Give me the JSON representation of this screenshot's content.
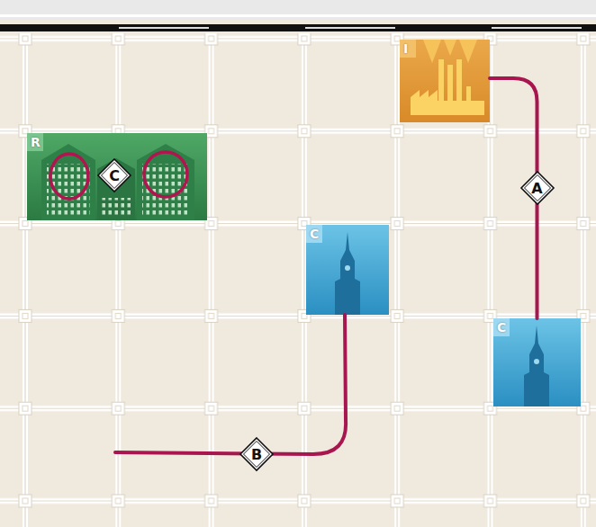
{
  "diagram": {
    "nodes": [
      {
        "text": [
          "I"
        ]
      },
      {
        "text": [
          "R"
        ]
      },
      {
        "text": [
          "C"
        ],
        "in": 1
      },
      {
        "text": [
          "C"
        ]
      },
      {
        "text": [
          "C"
        ]
      }
    ],
    "edges": [
      {
        "from": 0,
        "to": 4,
        "label": "A",
        "arrow": "none"
      }
    ],
    "labels": [
      "B"
    ]
  }
}
